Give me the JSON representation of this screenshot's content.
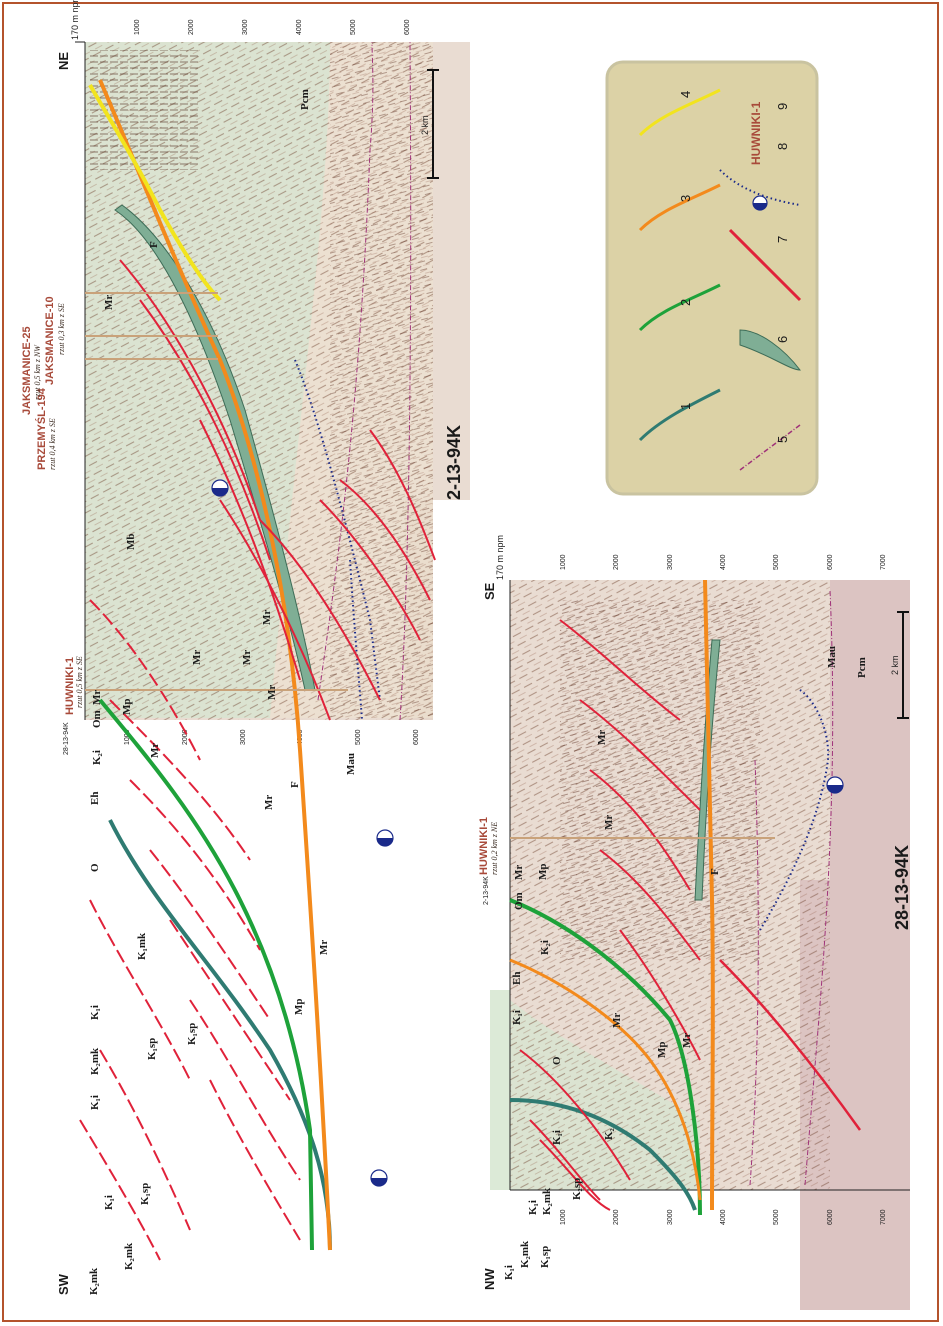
{
  "sections": [
    {
      "id": "2-13-94K",
      "name": "2-13-94K",
      "ends": {
        "left": "SW",
        "right": "NE"
      },
      "datum": "170 m npm",
      "depth_ticks": [
        "1000",
        "2000",
        "3000",
        "4000",
        "5000",
        "6000"
      ],
      "scale_bar": "2 km",
      "crossing": "28-13-94K",
      "wells": [
        {
          "name": "HUWNIKI-1",
          "note": "rzut 0,5 km z SE"
        },
        {
          "name": "PRZEMYŚL-194",
          "note": "rzut 0,4 km z SE"
        },
        {
          "name": "JAKSMANICE-25",
          "note": "rzut 0,5 km z NW"
        },
        {
          "name": "JAKSMANICE-10",
          "note": "rzut 0,3 km z SE"
        }
      ],
      "unit_labels": [
        "K₂mk",
        "K₁i",
        "K₂mk",
        "K₁sp",
        "K₁i",
        "K₂mk",
        "K₁i",
        "K₁sp",
        "K₁sp",
        "K₁mk",
        "O",
        "Eh",
        "K₂i",
        "Om",
        "Mr",
        "Mp",
        "Mp",
        "Mr",
        "Mr",
        "Mr",
        "Mb",
        "Mau",
        "Mr",
        "Mr",
        "Mr",
        "Pcm",
        "F",
        "F",
        "Mr",
        "Mr"
      ]
    },
    {
      "id": "28-13-94K",
      "name": "28-13-94K",
      "ends": {
        "left": "NW",
        "right": "SE"
      },
      "datum": "170 m npm",
      "depth_ticks": [
        "1000",
        "2000",
        "3000",
        "4000",
        "5000",
        "6000",
        "7000"
      ],
      "depth_ticks_right": [
        "1000",
        "2000",
        "3000",
        "4000",
        "5000",
        "6000",
        "7000"
      ],
      "scale_bar": "2 km",
      "crossing": "2-13-94K",
      "wells": [
        {
          "name": "HUWNIKI-1",
          "note": "rzut 0,2 km z NE"
        }
      ],
      "unit_labels": [
        "K₁i",
        "K₂mk",
        "K₁sp",
        "K₁i",
        "K₂mk",
        "K₂sp",
        "K₁i",
        "K₂",
        "O",
        "K₁i",
        "Eh",
        "K₂i",
        "Om",
        "Mr",
        "Mp",
        "Mr",
        "Mp",
        "Mr",
        "Mr",
        "Mr",
        "F",
        "Mau",
        "Pcm"
      ]
    }
  ],
  "legend": {
    "items": [
      "1",
      "2",
      "3",
      "4",
      "5",
      "6",
      "7",
      "8",
      "9"
    ],
    "well_example": "HUWNIKI-1",
    "colors": {
      "thrust1": "#2f7b72",
      "thrust2": "#1ea23a",
      "thrust3": "#f38a1c",
      "thrust4": "#f2e41e",
      "line5": "#a0337a",
      "body6": "#7fae95",
      "fault7": "#e0223a",
      "line8": "#1a2a8a"
    }
  }
}
